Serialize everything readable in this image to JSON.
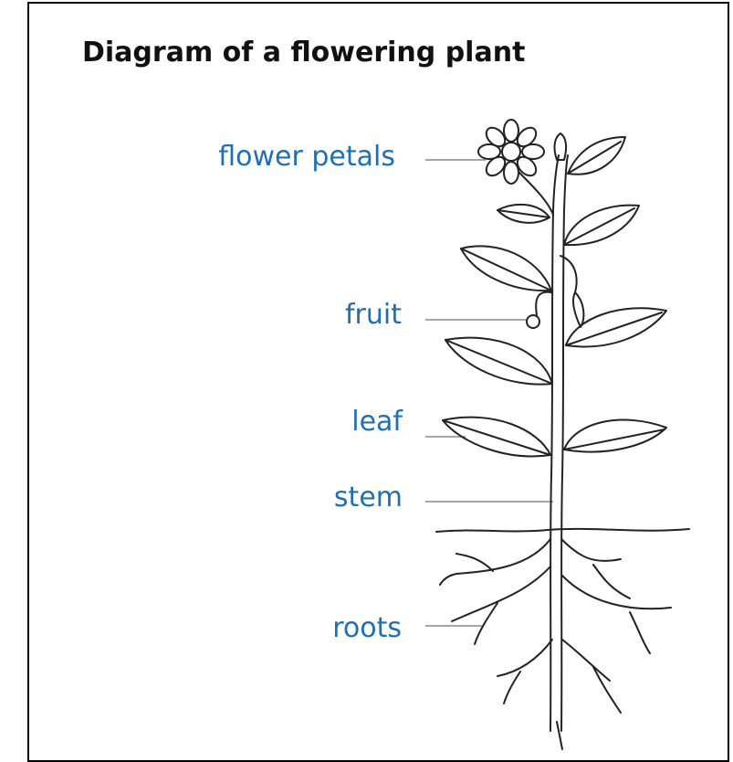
{
  "title": "Diagram of a flowering plant",
  "labels": {
    "petals": "flower petals",
    "fruit": "fruit",
    "leaf": "leaf",
    "stem": "stem",
    "roots": "roots"
  },
  "colors": {
    "label": "#1f6fb2",
    "line": "#888888",
    "ink": "#222222"
  }
}
